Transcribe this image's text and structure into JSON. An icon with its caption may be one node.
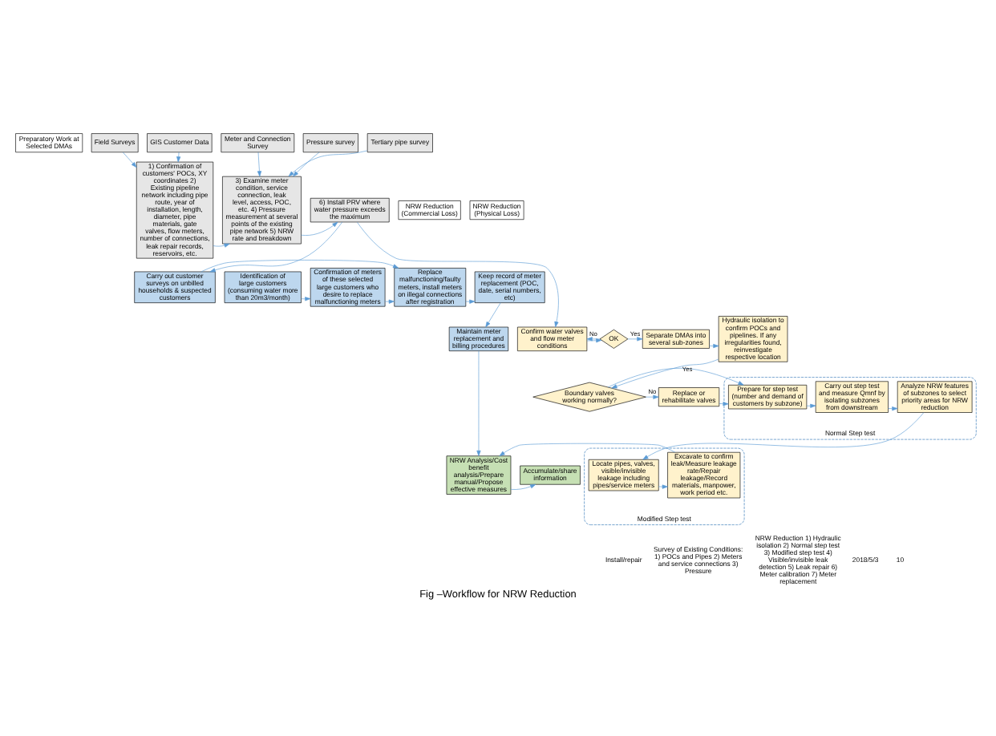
{
  "diagram": {
    "title": "Fig –Workflow for NRW Reduction",
    "nodes": [
      {
        "text": [
          "Preparatory Work at Selected DMAs"
        ]
      },
      {
        "text": [
          "Field Surveys"
        ]
      },
      {
        "text": [
          "GIS Customer Data"
        ]
      },
      {
        "text": [
          "Meter and Connection Survey"
        ]
      },
      {
        "text": [
          "Pressure survey"
        ]
      },
      {
        "text": [
          "Tertiary pipe survey"
        ]
      },
      {
        "text": [
          "1) Confirmation of customers' POCs, XY coordinates 2) Existing pipeline network including pipe route, year of installation, length, diameter, pipe materials, gate valves, flow meters, number of connections, leak repair records, reservoirs, etc."
        ]
      },
      {
        "text": [
          "3) Examine meter condition, service connection, leak level, access, POC, etc. 4) Pressure measurement at several points of the existing pipe network 5) NRW rate and breakdown"
        ]
      },
      {
        "text": [
          "6) Install PRV where water pressure exceeds the maximum"
        ]
      },
      {
        "text": [
          "NRW Reduction (Commercial Loss)"
        ]
      },
      {
        "text": [
          "Carry out customer surveys on unbilled households & suspected customers"
        ]
      },
      {
        "text": [
          "Identification of large customers (consuming water more than 20m3/month)"
        ]
      },
      {
        "text": [
          "Confirmation of meters of these selected large customers who desire to replace malfunctioning meters"
        ]
      },
      {
        "text": [
          "Replace malfunctioning/faulty meters, install meters on illegal connections after registration"
        ]
      },
      {
        "text": [
          "Keep record of meter replacement (POC, date, serial numbers, etc)"
        ]
      },
      {
        "text": [
          "Maintain meter replacement and billing procedures"
        ]
      },
      {
        "text": [
          "NRW Analysis/Cost benefit analysis/Prepare manual/Propose effective measures"
        ]
      },
      {
        "text": [
          "Accumulate/share information"
        ]
      },
      {
        "text": [
          "NRW Reduction (Physical Loss)"
        ]
      },
      {
        "text": [
          "Confirm water valves and flow meter conditions"
        ]
      },
      {
        "text": [
          "OK"
        ]
      },
      {
        "text": [
          "Separate DMAs into several sub-zones"
        ]
      },
      {
        "text": [
          "Hydraulic isolation to confirm POCs and pipelines. If any irregularities found, reinvestigate respective location"
        ]
      },
      {
        "text": [
          "Boundary valves working normally?"
        ]
      },
      {
        "text": [
          "Replace or rehabilitate valves"
        ]
      },
      {
        "text": [
          "Normal Step test"
        ]
      },
      {
        "text": [
          "Prepare for step test (number and demand of customers by subzone)"
        ],
        "in": 25
      },
      {
        "text": [
          "Carry out step test and measure Qmnf by isolating subzones from downstream"
        ],
        "in": 25
      },
      {
        "text": [
          "Analyze NRW features of subzones to select priority areas for NRW reduction"
        ],
        "in": 25
      },
      {
        "text": [
          "Modified Step test"
        ]
      },
      {
        "text": [
          "Locate pipes, valves, visible/invisible leakage including pipes/service meters"
        ],
        "in": 29
      },
      {
        "text": [
          "Excavate to confirm leak/Measure leakage rate/Repair leakage/Record materials, manpower, work period etc."
        ],
        "in": 29
      }
    ],
    "edges": [
      {
        "from": 1,
        "to": 6,
        "arrow": "to"
      },
      {
        "from": 2,
        "to": 6,
        "arrow": "to"
      },
      {
        "from": 3,
        "to": 7,
        "arrow": "to"
      },
      {
        "from": 4,
        "to": 7,
        "arrow": "to"
      },
      {
        "from": 5,
        "to": 7,
        "arrow": "to"
      },
      {
        "from": 6,
        "to": 7,
        "arrow": "to"
      },
      {
        "from": 7,
        "to": 8,
        "arrow": "to"
      },
      {
        "from": 8,
        "to": 10,
        "arrow": "to"
      },
      {
        "from": 8,
        "to": 19,
        "arrow": "to"
      },
      {
        "from": 10,
        "to": 13,
        "arrow": "to"
      },
      {
        "from": 11,
        "to": 12,
        "arrow": "to"
      },
      {
        "from": 12,
        "to": 13,
        "arrow": "to"
      },
      {
        "from": 13,
        "to": 14,
        "arrow": "to"
      },
      {
        "from": 14,
        "to": 15,
        "arrow": "to"
      },
      {
        "from": 15,
        "to": 16,
        "arrow": "to"
      },
      {
        "from": 16,
        "to": 17,
        "arrow": "to"
      },
      {
        "from": 19,
        "to": 20,
        "arrow": "to"
      },
      {
        "from": 20,
        "to": 19,
        "arrow": "to",
        "label": "No"
      },
      {
        "from": 20,
        "to": 21,
        "arrow": "to",
        "label": "Yes"
      },
      {
        "from": 21,
        "to": 22,
        "arrow": "to"
      },
      {
        "from": 22,
        "to": 23,
        "arrow": "to"
      },
      {
        "from": 23,
        "to": 24,
        "arrow": "to",
        "label": "No"
      },
      {
        "from": 23,
        "to": 26,
        "arrow": "to",
        "label": "Yes"
      },
      {
        "from": 24,
        "to": 26,
        "arrow": "to"
      },
      {
        "from": 26,
        "to": 27,
        "arrow": "to"
      },
      {
        "from": 27,
        "to": 28,
        "arrow": "to"
      },
      {
        "from": 28,
        "to": 30,
        "arrow": "to"
      },
      {
        "from": 30,
        "to": 31,
        "arrow": "to"
      },
      {
        "from": 31,
        "to": 16,
        "arrow": "to"
      }
    ],
    "labels": [
      "Install/repair",
      "Survey of Existing Conditions: 1) POCs and Pipes 2) Meters and service connections 3) Pressure",
      "NRW Reduction 1) Hydraulic isolation 2) Normal step test 3) Modified step test 4) Visible/invisible leak detection 5) Leak repair 6) Meter calibration 7) Meter replacement",
      "2018/5/3",
      "10"
    ]
  }
}
